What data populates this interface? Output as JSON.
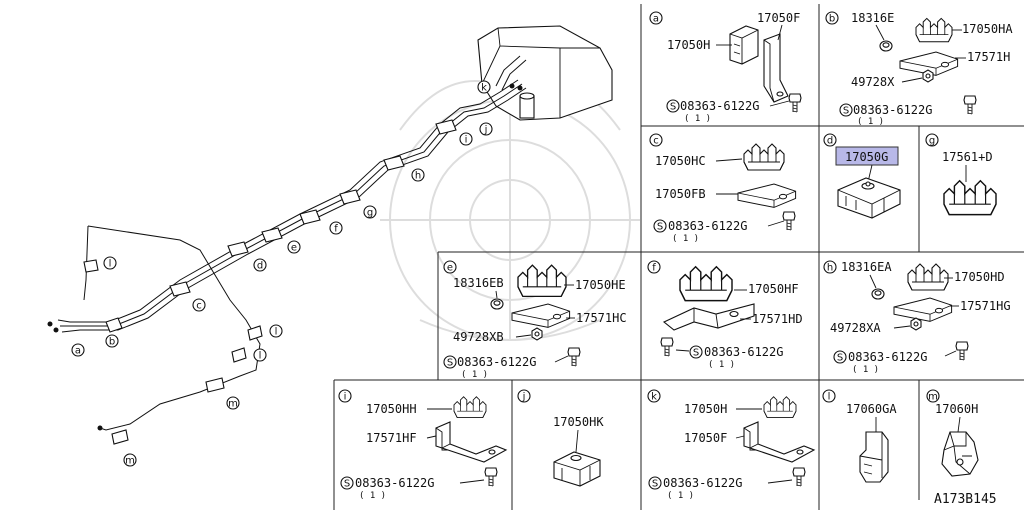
{
  "reference_code": "A173B145",
  "overview_callouts": [
    "a",
    "b",
    "c",
    "d",
    "e",
    "f",
    "g",
    "h",
    "i",
    "j",
    "k",
    "l",
    "l",
    "l",
    "l",
    "m",
    "m"
  ],
  "panels": {
    "a": {
      "letter": "a",
      "labels": [
        "17050F",
        "17050H"
      ],
      "bolt": "08363-6122G",
      "qty": "( 1 )"
    },
    "b": {
      "letter": "b",
      "labels": [
        "18316E",
        "17050HA",
        "17571H",
        "49728X"
      ],
      "bolt": "08363-6122G",
      "qty": "( 1 )"
    },
    "c": {
      "letter": "c",
      "labels": [
        "17050HC",
        "17050FB"
      ],
      "bolt": "08363-6122G",
      "qty": "( 1 )"
    },
    "d": {
      "letter": "d",
      "labels": [
        "17050G"
      ],
      "highlight_color": "#b8b8e8"
    },
    "g": {
      "letter": "g",
      "labels": [
        "17561+D"
      ]
    },
    "e": {
      "letter": "e",
      "labels": [
        "18316EB",
        "17050HE",
        "17571HC",
        "49728XB"
      ],
      "bolt": "08363-6122G",
      "qty": "( 1 )"
    },
    "f": {
      "letter": "f",
      "labels": [
        "17050HF",
        "17571HD"
      ],
      "bolt": "08363-6122G",
      "qty": "( 1 )"
    },
    "h": {
      "letter": "h",
      "labels": [
        "18316EA",
        "17050HD",
        "17571HG",
        "49728XA"
      ],
      "bolt": "08363-6122G",
      "qty": "( 1 )"
    },
    "i": {
      "letter": "i",
      "labels": [
        "17050HH",
        "17571HF"
      ],
      "bolt": "08363-6122G",
      "qty": "( 1 )"
    },
    "j": {
      "letter": "j",
      "labels": [
        "17050HK"
      ]
    },
    "k": {
      "letter": "k",
      "labels": [
        "17050H",
        "17050F"
      ],
      "bolt": "08363-6122G",
      "qty": "( 1 )"
    },
    "l": {
      "letter": "l",
      "labels": [
        "17060GA"
      ]
    },
    "m": {
      "letter": "m",
      "labels": [
        "17060H"
      ]
    }
  },
  "bolt_prefix": "S",
  "icons": [
    "fuel-tank-drawing",
    "fuel-pipe-routing",
    "clip-drawing",
    "bracket-drawing",
    "bolt-drawing",
    "grommet-drawing",
    "clamp-drawing"
  ]
}
